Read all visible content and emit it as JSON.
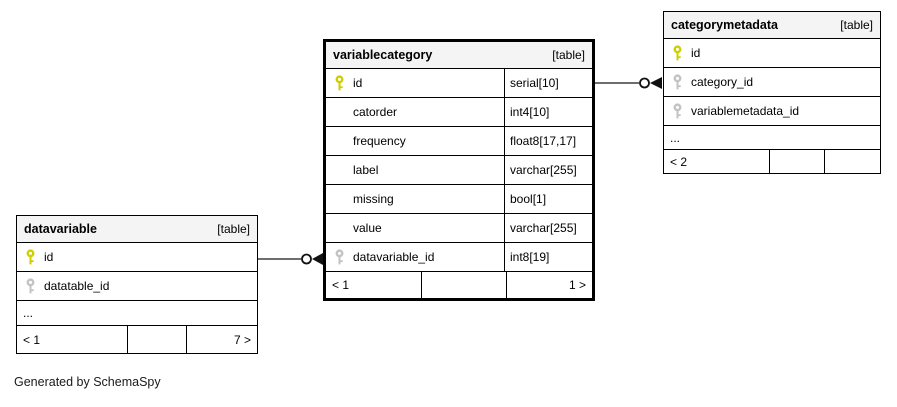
{
  "note": "Generated by SchemaSpy",
  "colors": {
    "primary_key": "#cfcf00",
    "foreign_key": "#c3c3c3",
    "header_bg": "#f4f4f4",
    "connector_line": "#595959",
    "border": "#000000"
  },
  "tables": {
    "datavariable": {
      "name": "datavariable",
      "tag": "[table]",
      "columns": [
        {
          "name": "id",
          "key": "primary"
        },
        {
          "name": "datatable_id",
          "key": "foreign"
        },
        {
          "name": "..."
        }
      ],
      "pager": {
        "left": "< 1",
        "mid": "",
        "right": "7 >"
      }
    },
    "variablecategory": {
      "name": "variablecategory",
      "tag": "[table]",
      "columns": [
        {
          "name": "id",
          "type": "serial[10]",
          "key": "primary"
        },
        {
          "name": "catorder",
          "type": "int4[10]"
        },
        {
          "name": "frequency",
          "type": "float8[17,17]"
        },
        {
          "name": "label",
          "type": "varchar[255]"
        },
        {
          "name": "missing",
          "type": "bool[1]"
        },
        {
          "name": "value",
          "type": "varchar[255]"
        },
        {
          "name": "datavariable_id",
          "type": "int8[19]",
          "key": "foreign"
        }
      ],
      "pager": {
        "left": "< 1",
        "mid": "",
        "right": "1 >"
      }
    },
    "categorymetadata": {
      "name": "categorymetadata",
      "tag": "[table]",
      "columns": [
        {
          "name": "id",
          "key": "primary"
        },
        {
          "name": "category_id",
          "key": "foreign"
        },
        {
          "name": "variablemetadata_id",
          "key": "foreign"
        },
        {
          "name": "..."
        }
      ],
      "pager": {
        "left": "< 2",
        "mid": "",
        "right": ""
      }
    }
  },
  "relationships": [
    {
      "from": "datavariable.id",
      "to": "variablecategory.datavariable_id"
    },
    {
      "from": "variablecategory.id",
      "to": "categorymetadata.category_id"
    }
  ]
}
